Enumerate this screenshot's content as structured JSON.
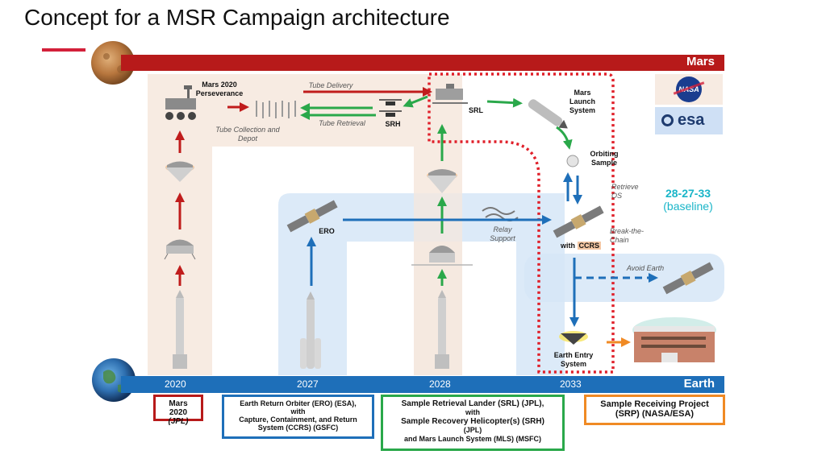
{
  "title": "Concept for a MSR Campaign architecture",
  "bands": {
    "mars": "Mars",
    "earth": "Earth"
  },
  "years": [
    "2020",
    "2027",
    "2028",
    "2033"
  ],
  "labels": {
    "mars2020": "Mars 2020 Perseverance",
    "tube_delivery": "Tube Delivery",
    "tube_retrieval": "Tube Retrieval",
    "tube_collection": "Tube Collection and Depot",
    "srh": "SRH",
    "srl": "SRL",
    "mls": "Mars Launch System",
    "orbiting_sample": "Orbiting Sample",
    "retrieve_os": "Retrieve OS",
    "ero": "ERO",
    "relay_support": "Relay Support",
    "break_chain": "Break-the-Chain",
    "with": "with",
    "ccrs": "CCRS",
    "avoid_earth": "Avoid Earth",
    "earth_entry": "Earth Entry System",
    "baseline_code": "28-27-33",
    "baseline_text": "(baseline)"
  },
  "boxes": {
    "mars2020": {
      "line1": "Mars 2020",
      "line2": "(JPL)",
      "color": "#b71a1a"
    },
    "ero": {
      "line1": "Earth Return Orbiter (ERO) (ESA),",
      "line2": "with",
      "line3": "Capture, Containment, and Return",
      "line4": "System (CCRS) (GSFC)",
      "color": "#1e6fb9"
    },
    "srl": {
      "line1": "Sample Retrieval Lander (SRL) (JPL),",
      "line2": "with",
      "line3": "Sample Recovery Helicopter(s) (SRH)",
      "line4": "(JPL)",
      "line5": "and Mars Launch System (MLS) (MSFC)",
      "color": "#2aa84a"
    },
    "srp": {
      "line1": "Sample Receiving Project",
      "line2": "(SRP) (NASA/ESA)",
      "color": "#f08a24"
    }
  },
  "logos": {
    "nasa": "NASA",
    "esa": "esa"
  },
  "colors": {
    "mars_red": "#b71a1a",
    "earth_blue": "#1e6fb9",
    "green": "#2aa84a",
    "orange": "#f08a24",
    "dotted_red": "#e0202a",
    "teal": "#19b5c8"
  },
  "icons": [
    "mars-planet-icon",
    "earth-planet-icon",
    "rover-icon",
    "helicopter-icon",
    "lander-icon",
    "rocket-icon",
    "orbiter-icon",
    "sample-container-icon",
    "entry-capsule-icon",
    "building-icon",
    "relay-waves-icon"
  ]
}
